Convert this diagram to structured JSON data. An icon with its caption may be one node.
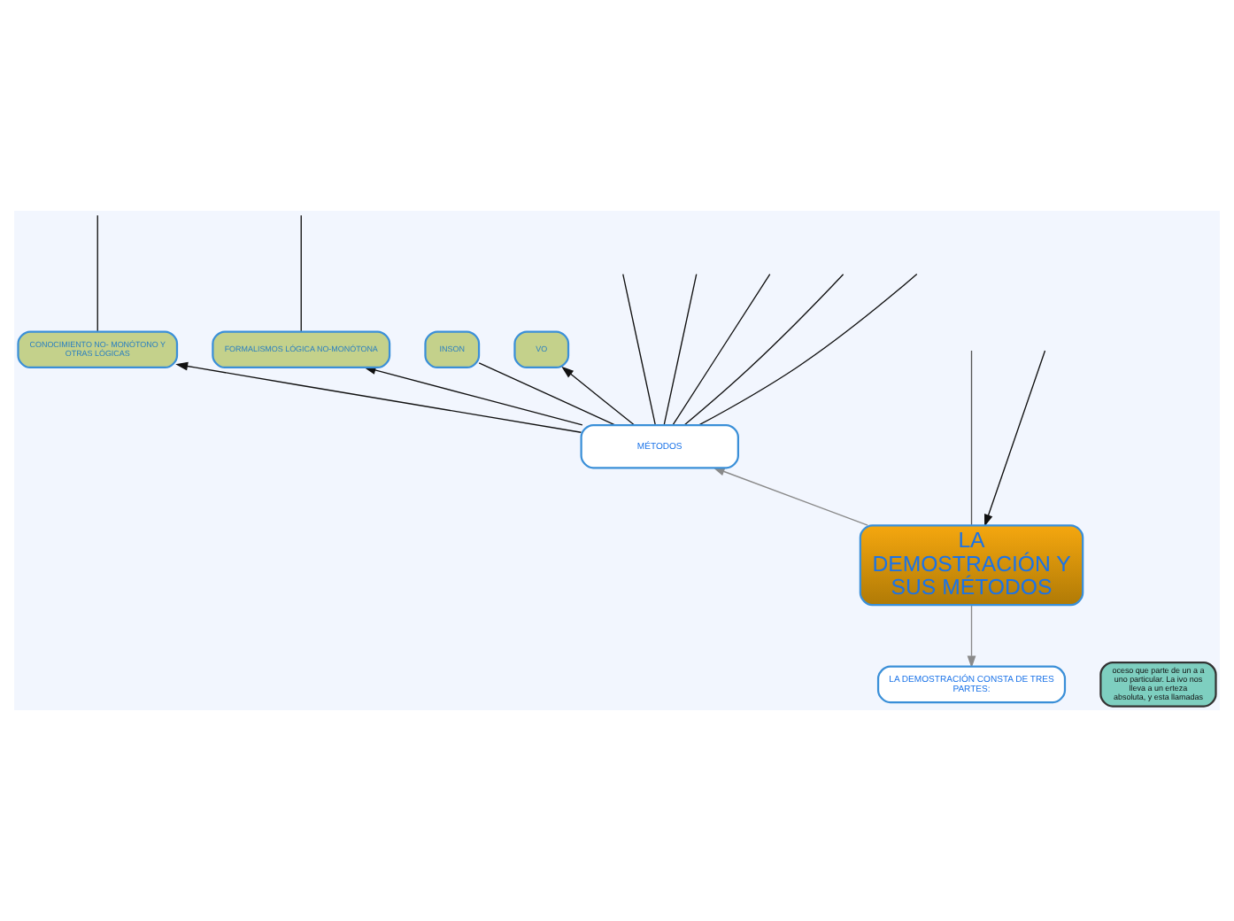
{
  "diagram": {
    "nodes": [
      {
        "text": [
          "LA DEMOSTRACIÓN Y SUS MÉTODOS"
        ]
      },
      {
        "text": [
          "MÉTODOS"
        ]
      },
      {
        "text": [
          "CONOCIMIENTO NO- MONÓTONO Y OTRAS LÓGICAS"
        ]
      },
      {
        "text": [
          "FORMALISMOS LÓGICA NO-MONÓTONA"
        ]
      },
      {
        "text": [
          "INSON"
        ]
      },
      {
        "text": [
          "VO"
        ]
      },
      {
        "text": [
          "oceso que parte de un a a uno particular. La ivo nos lleva a un erteza absoluta, y esta llamadas"
        ]
      },
      {
        "text": [
          "LA DEMOSTRACIÓN CONSTA DE TRES PARTES:"
        ]
      }
    ],
    "edges": [
      {
        "from": 0,
        "to": 1,
        "arrow": "to",
        "color": "#8a8a8a"
      },
      {
        "from": 0,
        "to": 7,
        "arrow": "to",
        "color": "#8a8a8a"
      },
      {
        "from": 0,
        "to": null,
        "arrow": "none",
        "color": "#555555"
      },
      {
        "from": null,
        "to": 0,
        "arrow": "to"
      },
      {
        "from": 1,
        "to": 2,
        "arrow": "to"
      },
      {
        "from": 1,
        "to": 3,
        "arrow": "to"
      },
      {
        "from": 1,
        "to": 4,
        "arrow": "none"
      },
      {
        "from": 1,
        "to": 5,
        "arrow": "to"
      },
      {
        "from": 1,
        "to": null,
        "arrow": "none"
      },
      {
        "from": 1,
        "to": null,
        "arrow": "none"
      },
      {
        "from": 1,
        "to": null,
        "arrow": "none"
      },
      {
        "from": 1,
        "to": null,
        "arrow": "none"
      },
      {
        "from": 1,
        "to": null,
        "arrow": "none"
      },
      {
        "from": 2,
        "to": null,
        "arrow": "none"
      },
      {
        "from": 3,
        "to": null,
        "arrow": "none"
      }
    ]
  }
}
